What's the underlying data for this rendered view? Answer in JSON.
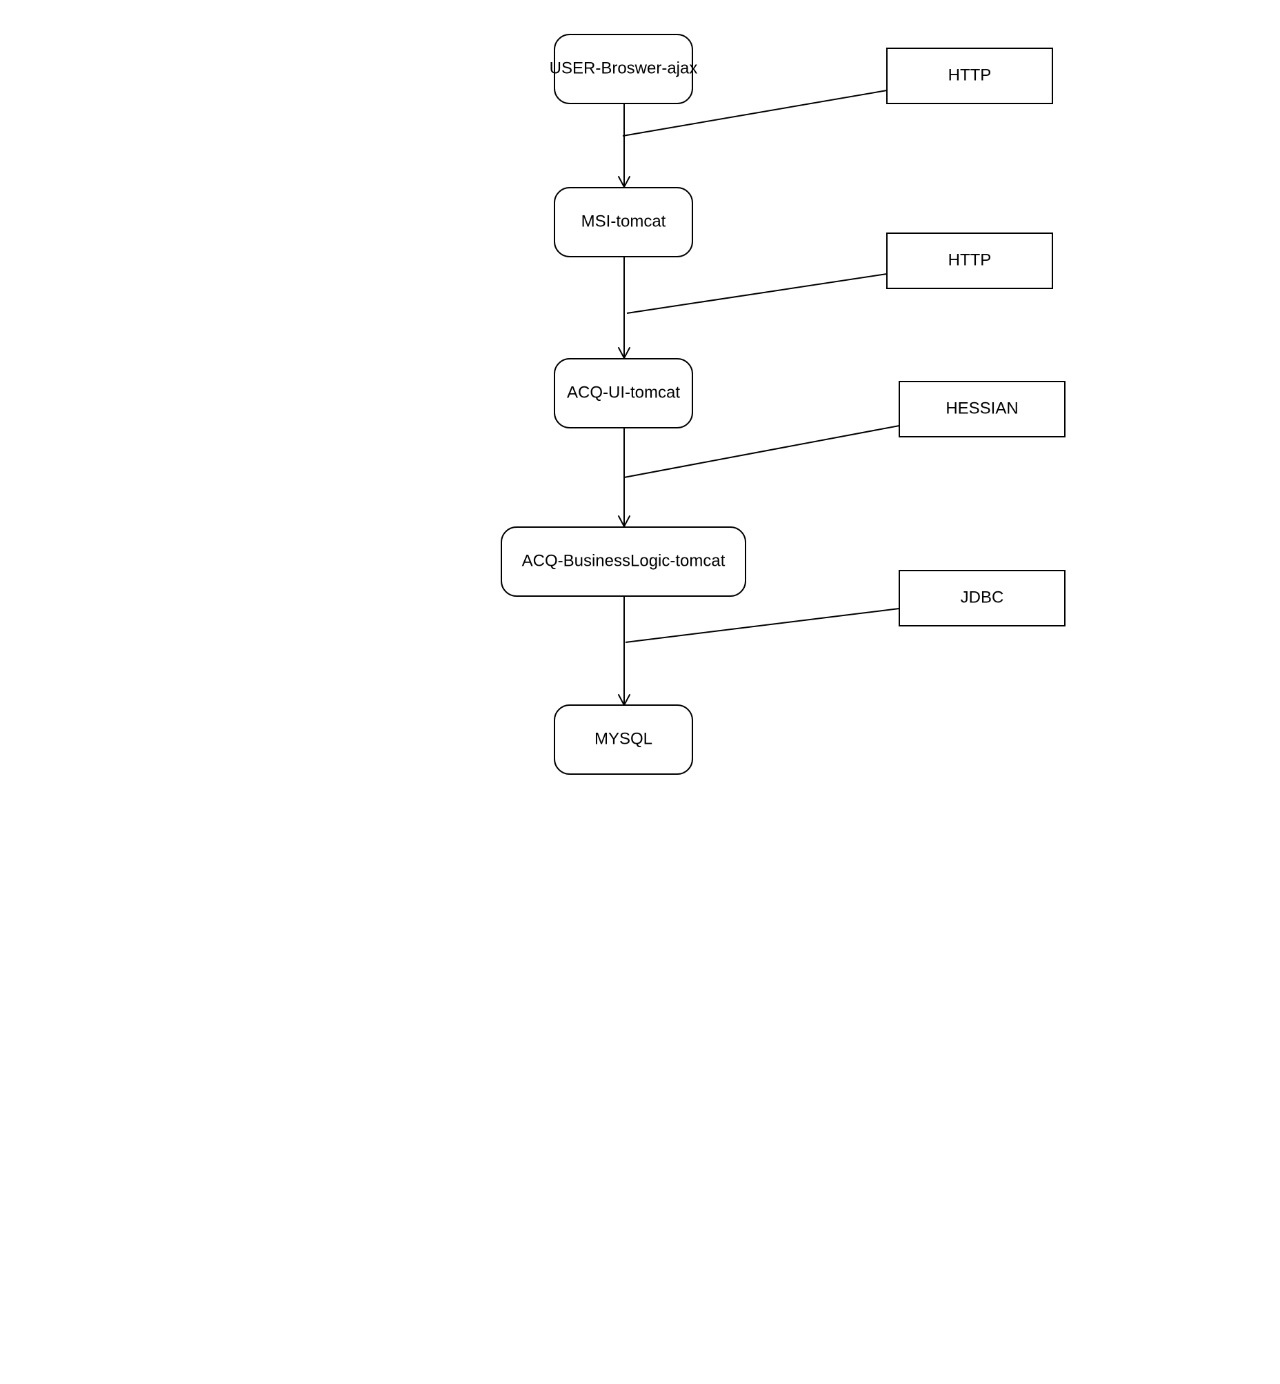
{
  "diagram": {
    "nodes": {
      "user_browser": "USER-Broswer-ajax",
      "msi_tomcat": "MSI-tomcat",
      "acq_ui_tomcat": "ACQ-UI-tomcat",
      "acq_business_logic_tomcat": "ACQ-BusinessLogic-tomcat",
      "mysql": "MYSQL"
    },
    "protocols": {
      "http_1": "HTTP",
      "http_2": "HTTP",
      "hessian": "HESSIAN",
      "jdbc": "JDBC"
    },
    "edges": [
      {
        "from": "USER-Broswer-ajax",
        "to": "MSI-tomcat",
        "protocol": "HTTP"
      },
      {
        "from": "MSI-tomcat",
        "to": "ACQ-UI-tomcat",
        "protocol": "HTTP"
      },
      {
        "from": "ACQ-UI-tomcat",
        "to": "ACQ-BusinessLogic-tomcat",
        "protocol": "HESSIAN"
      },
      {
        "from": "ACQ-BusinessLogic-tomcat",
        "to": "MYSQL",
        "protocol": "JDBC"
      }
    ],
    "colors": {
      "stroke": "#000000",
      "fill": "#ffffff",
      "background": "#ffffff"
    }
  }
}
